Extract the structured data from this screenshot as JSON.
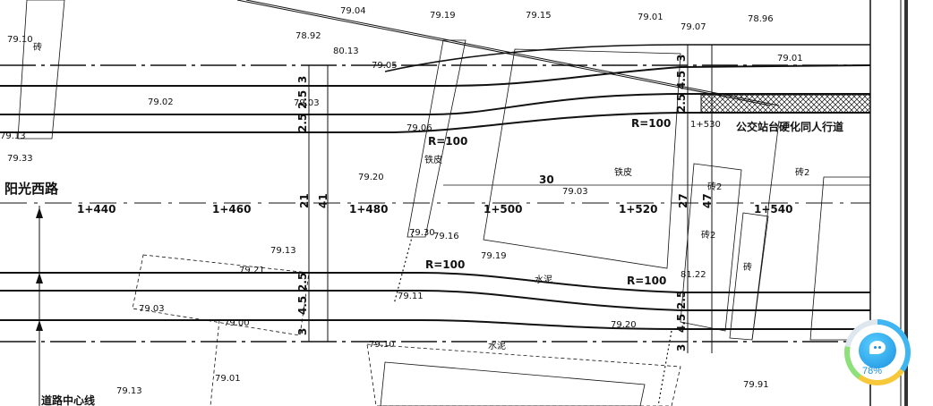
{
  "drawing": {
    "road_name": "阳光西路",
    "centerline_label": "道路中心线",
    "bus_stop_label": "公交站台硬化同人行道",
    "stations": [
      "1+440",
      "1+460",
      "1+480",
      "1+500",
      "1+520",
      "1+540"
    ],
    "station_marker": "1+530",
    "radius_labels": [
      "R=100",
      "R=100",
      "R=100",
      "R=100"
    ],
    "spans": {
      "total": "30",
      "left_width": "21",
      "left_total": "41",
      "right_width": "27",
      "right_total": "47"
    },
    "lane_dims_top": [
      "3",
      "2.5",
      "2.5"
    ],
    "lane_dims_bottom": [
      "2.5",
      "4.5",
      "3"
    ],
    "right_dims_top": [
      "3",
      "4.5",
      "2.5"
    ],
    "right_dims_bottom": [
      "2.5",
      "4.5",
      "3"
    ],
    "materials": {
      "iron": "铁皮",
      "iron2": "铁皮",
      "cement": "水泥",
      "cement2": "水泥",
      "brick": "砖",
      "brick2": "砖2",
      "brick3": "砖2",
      "brick4": "砖2",
      "brick5": "砖"
    },
    "elevations": [
      "79.04",
      "79.19",
      "79.15",
      "79.01",
      "79.07",
      "78.96",
      "79.10",
      "78.92",
      "80.13",
      "79.05",
      "79.01",
      "79.02",
      "79.03",
      "79.06",
      "79.13",
      "79.33",
      "79.20",
      "79.03",
      "79.30",
      "79.16",
      "79.13",
      "79.21",
      "79.19",
      "81.22",
      "79.11",
      "79.03",
      "79.00",
      "79.20",
      "79.10",
      "79.13",
      "79.01",
      "79.91"
    ]
  },
  "assistant": {
    "progress": "78%"
  }
}
